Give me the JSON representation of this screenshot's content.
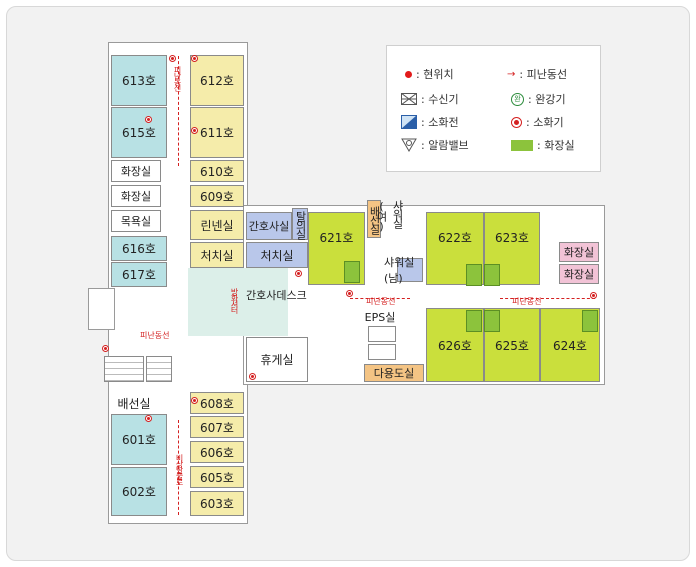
{
  "rooms": {
    "r613": "613호",
    "r612": "612호",
    "r615": "615호",
    "r611": "611호",
    "r610": "610호",
    "r609": "609호",
    "toilet1": "화장실",
    "toilet2": "화장실",
    "bath": "목욕실",
    "linen": "린넨실",
    "r616": "616호",
    "r617": "617호",
    "treat": "처치실",
    "nurse_room": "간호사실",
    "treat2": "처치실",
    "undress": "탈의실",
    "r621": "621호",
    "piping": "배선실",
    "shower_f": "샤워실(여)",
    "shower_m": "샤워실(남)",
    "r622": "622호",
    "r623": "623호",
    "toilet3": "화장실",
    "toilet4": "화장실",
    "nurse_desk": "간호사데스크",
    "eps": "EPS실",
    "multi": "다용도실",
    "r626": "626호",
    "r625": "625호",
    "r624": "624호",
    "lounge": "휴게실",
    "piping2": "배선실",
    "r608": "608호",
    "r607": "607호",
    "r601": "601호",
    "r606": "606호",
    "r605": "605호",
    "r602": "602호",
    "r603": "603호"
  },
  "labels": {
    "evac_route": "피난동선",
    "fire_shutter": "방화셔터",
    "emergency_exit": "비상탈출로"
  },
  "legend": {
    "current": ": 현위치",
    "evac": ": 피난동선",
    "receiver": ": 수신기",
    "ventilator": ": 완강기",
    "hydrant": ": 소화전",
    "extinguisher": ": 소화기",
    "alarm_valve": ": 알람밸브",
    "toilet": ": 화장실",
    "vent_symbol": "완"
  },
  "colors": {
    "room_blue": "#b8e1e4",
    "room_yellow": "#f5ecaa",
    "room_green": "#cadf3c",
    "room_lavender": "#b9c7ea",
    "room_pink": "#f2c3d6",
    "room_orange": "#f4c484",
    "toilet": "#8cc33c",
    "marker_red": "#d42020"
  }
}
